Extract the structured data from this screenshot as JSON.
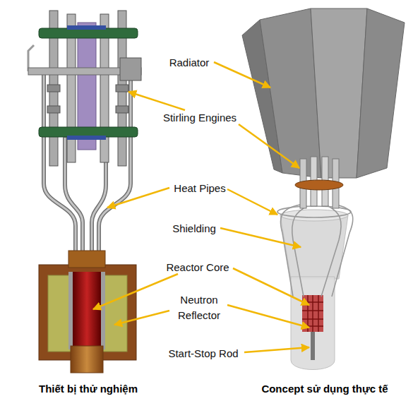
{
  "diagram": {
    "labels": [
      "Radiator",
      "Stirling Engines",
      "Heat Pipes",
      "Shielding",
      "Reactor Core",
      "Neutron Reflector",
      "Start-Stop Rod",
      "Thiết bị thử nghiệm",
      "Concept sử dụng thực tế"
    ]
  }
}
